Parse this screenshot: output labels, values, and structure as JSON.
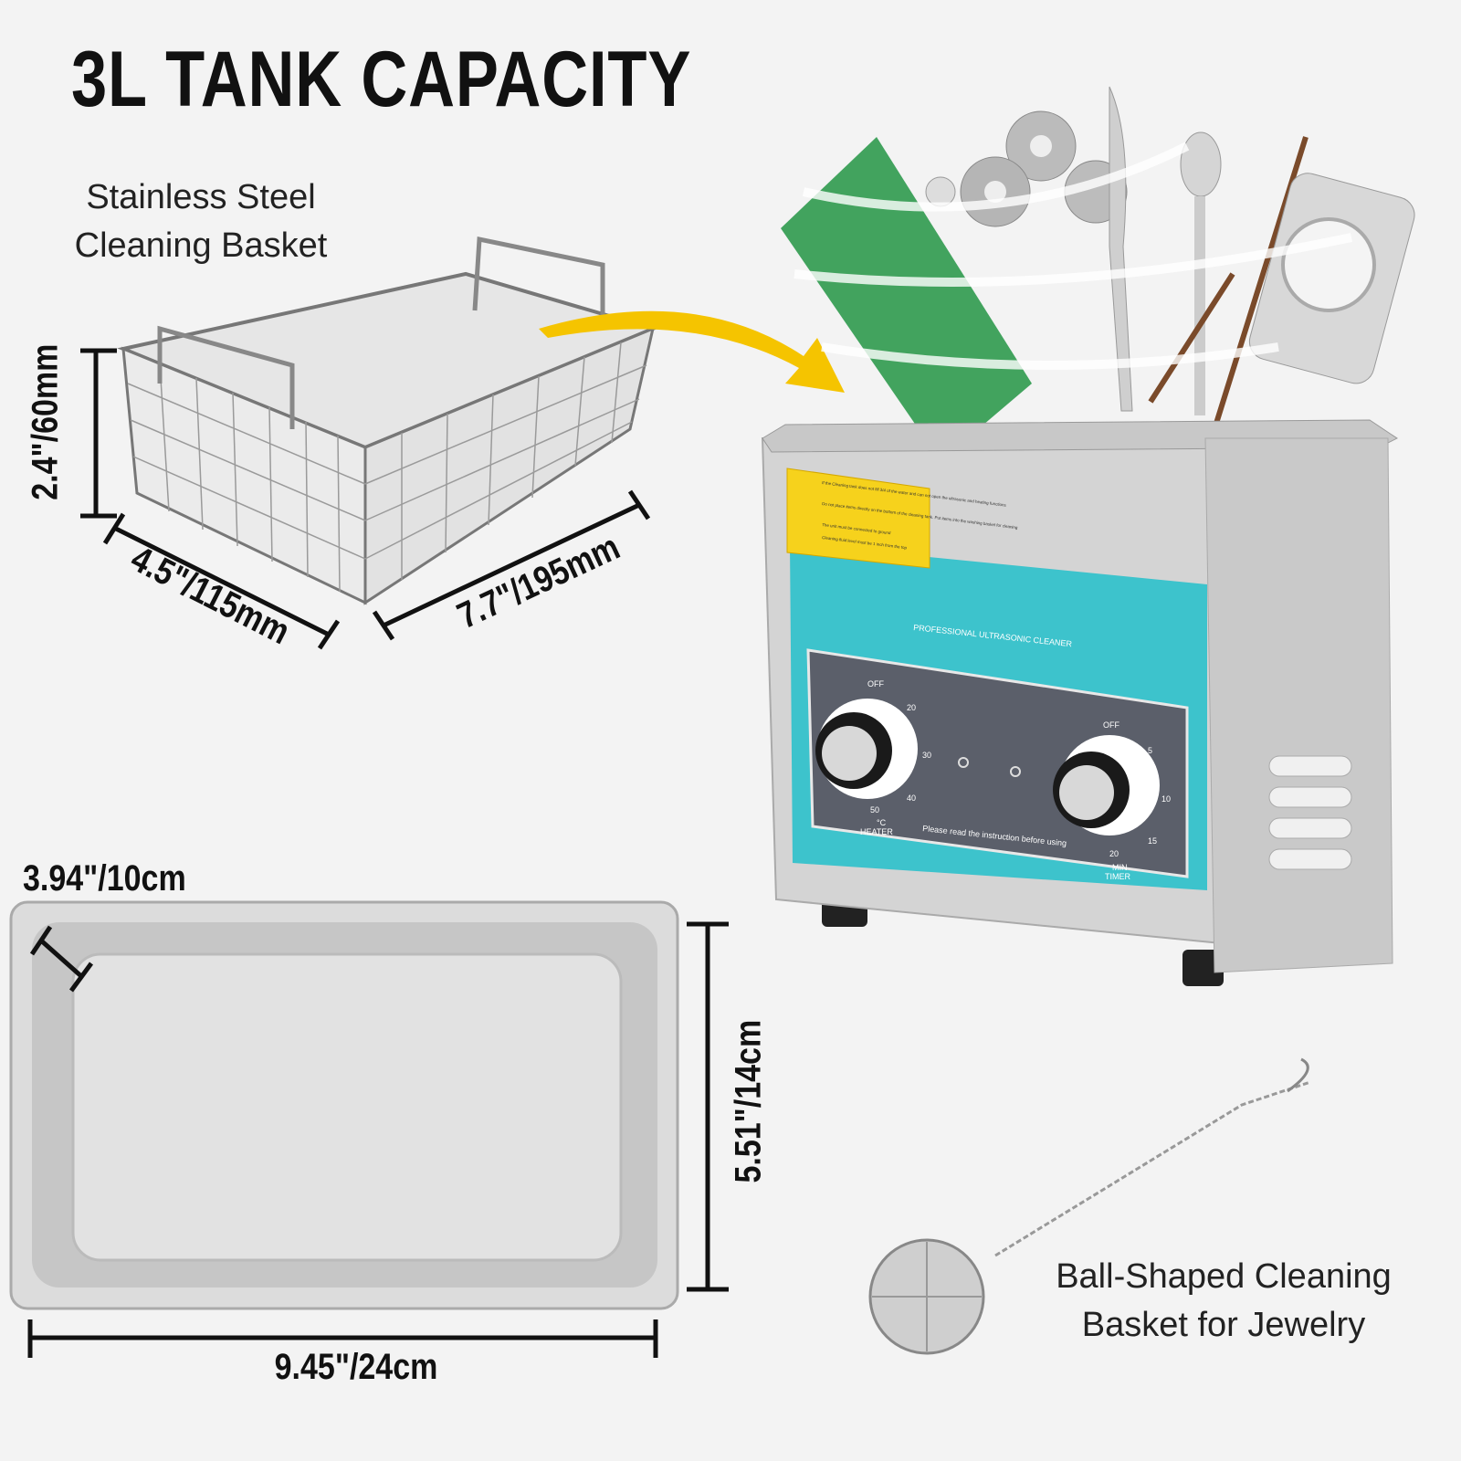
{
  "title": "3L TANK CAPACITY",
  "basket": {
    "caption_line1": "Stainless Steel",
    "caption_line2": "Cleaning Basket",
    "height": "2.4\"/60mm",
    "width": "4.5\"/115mm",
    "length": "7.7\"/195mm"
  },
  "tank": {
    "brand_text": "PROFESSIONAL ULTRASONIC CLEANER",
    "notice": "Please read the instruction before using",
    "heater": {
      "label": "HEATER",
      "unit": "°C",
      "off": "OFF",
      "ticks": [
        "20",
        "30",
        "40",
        "50"
      ]
    },
    "timer": {
      "label": "TIMER",
      "unit": "MIN",
      "off": "OFF",
      "ticks": [
        "5",
        "10",
        "15",
        "20"
      ]
    },
    "warning": [
      "If the Cleaning tank does not fill 3/4 of the water and can not open the ultrasonic and heating functions",
      "Do not place items directly on the bottom of the cleaning tank. Put items into the washing basket for cleaning",
      "The unit must be connected to ground",
      "Cleaning fluid level must be 1 inch from the top"
    ],
    "panel_color": "#3dc3cc",
    "warning_color": "#f6d21c"
  },
  "pan": {
    "depth": "3.94\"/10cm",
    "width": "5.51\"/14cm",
    "length": "9.45\"/24cm"
  },
  "ball": {
    "caption_line1": "Ball-Shaped Cleaning",
    "caption_line2": "Basket for Jewelry"
  },
  "arrow_color": "#f5c400"
}
